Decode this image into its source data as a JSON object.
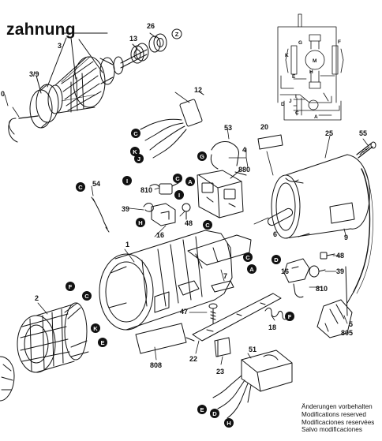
{
  "heading": "zahnung",
  "part_numbers": {
    "p1": "1",
    "p2": "2",
    "p3": "3",
    "p3_9": "3/9",
    "p4": "4",
    "p5": "5",
    "p6": "6",
    "p7": "7",
    "p9": "9",
    "p12": "12",
    "p13": "13",
    "p16a": "16",
    "p16b": "16",
    "p18": "18",
    "p20": "20",
    "p22": "22",
    "p23": "23",
    "p25": "25",
    "p26": "26",
    "p39a": "39",
    "p39b": "39",
    "p47": "47",
    "p48a": "48",
    "p48b": "48",
    "p51": "51",
    "p53": "53",
    "p54": "54",
    "p55": "55",
    "p805": "805",
    "p808": "808",
    "p810a": "810",
    "p810b": "810",
    "p880": "880",
    "p10_partial": "0"
  },
  "terminal_letters": {
    "z": "Z",
    "c1": "C",
    "k1": "K",
    "j1": "J",
    "g1": "G",
    "c2": "C",
    "a1": "A",
    "i1": "I",
    "c3": "C",
    "i2": "I",
    "h1": "H",
    "c4": "C",
    "c5": "C",
    "a2": "A",
    "d1": "D",
    "f1": "F",
    "c6": "C",
    "k2": "K",
    "e1": "E",
    "f2": "F",
    "e2": "E",
    "d2": "D",
    "h2": "H"
  },
  "schematic": {
    "motor": "M",
    "g": "G",
    "f": "F",
    "k": "K",
    "e": "E",
    "h": "H",
    "j": "J",
    "i": "I",
    "d": "D",
    "c": "C",
    "a": "A"
  },
  "notice": [
    "Änderungen vorbehalten",
    "Modifications reserved",
    "Modificaciones reservées",
    "Salvo modificaciones"
  ]
}
